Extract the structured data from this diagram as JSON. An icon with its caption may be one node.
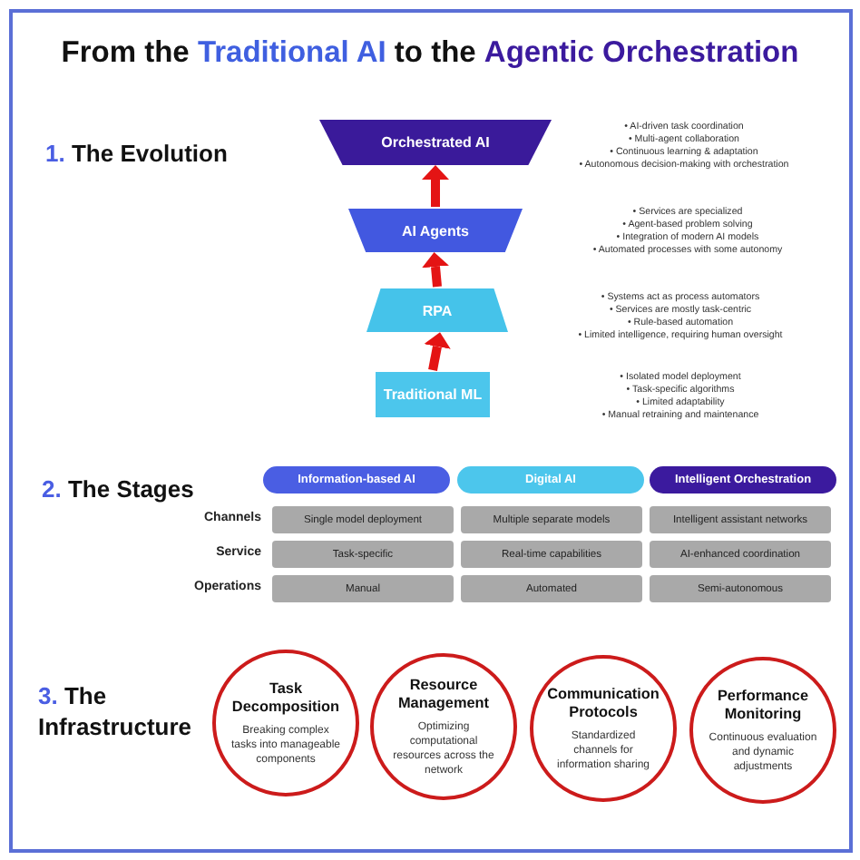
{
  "diagram": {
    "title": "From the **Traditional AI** to the **Agentic Orchestration**",
    "nodes": [
      {
        "text": [
          "Orchestrated AI"
        ],
        "beside": [
          "• AI-driven task coordination",
          "• Multi-agent collaboration",
          "• Continuous learning & adaptation",
          "• Autonomous decision-making with orchestration"
        ]
      },
      {
        "text": [
          "AI Agents"
        ],
        "beside": [
          "• Services are specialized",
          "• Agent-based problem solving",
          "• Integration of modern AI models",
          "• Automated processes with some autonomy"
        ]
      },
      {
        "text": [
          "RPA"
        ],
        "beside": [
          "• Systems act as process automators",
          "• Services are mostly task-centric",
          "• Rule-based automation",
          "• Limited intelligence, requiring human oversight"
        ]
      },
      {
        "text": [
          "Traditional ML"
        ],
        "beside": [
          "• Isolated model deployment",
          "• Task-specific algorithms",
          "• Limited adaptability",
          "• Manual retraining and maintenance"
        ]
      },
      {
        "text": [
          "Information-based AI"
        ]
      },
      {
        "text": [
          "Digital AI"
        ]
      },
      {
        "text": [
          "Intelligent Orchestration"
        ]
      },
      {
        "text": [
          "Single model deployment"
        ]
      },
      {
        "text": [
          "Multiple separate models"
        ]
      },
      {
        "text": [
          "Intelligent assistant networks"
        ]
      },
      {
        "text": [
          "Task-specific"
        ]
      },
      {
        "text": [
          "Real-time capabilities"
        ]
      },
      {
        "text": [
          "AI-enhanced coordination"
        ]
      },
      {
        "text": [
          "Manual"
        ]
      },
      {
        "text": [
          "Automated"
        ]
      },
      {
        "text": [
          "Semi-autonomous"
        ]
      },
      {
        "text": [
          "Task Decomposition",
          "Breaking complex tasks into manageable components"
        ]
      },
      {
        "text": [
          "Resource Management",
          "Optimizing computational resources across the network"
        ]
      },
      {
        "text": [
          "Communication Protocols",
          "Standardized channels for information sharing"
        ]
      },
      {
        "text": [
          "Performance Monitoring",
          "Continuous evaluation and dynamic adjustments"
        ]
      }
    ],
    "edges": [
      {
        "from": 3,
        "to": 2,
        "arrow": "to"
      },
      {
        "from": 2,
        "to": 1,
        "arrow": "to"
      },
      {
        "from": 1,
        "to": 0,
        "arrow": "to"
      }
    ],
    "labels": [
      "1. The Evolution",
      "2. The Stages",
      "Channels",
      "Service",
      "Operations",
      "3. The Infrastructure"
    ]
  }
}
